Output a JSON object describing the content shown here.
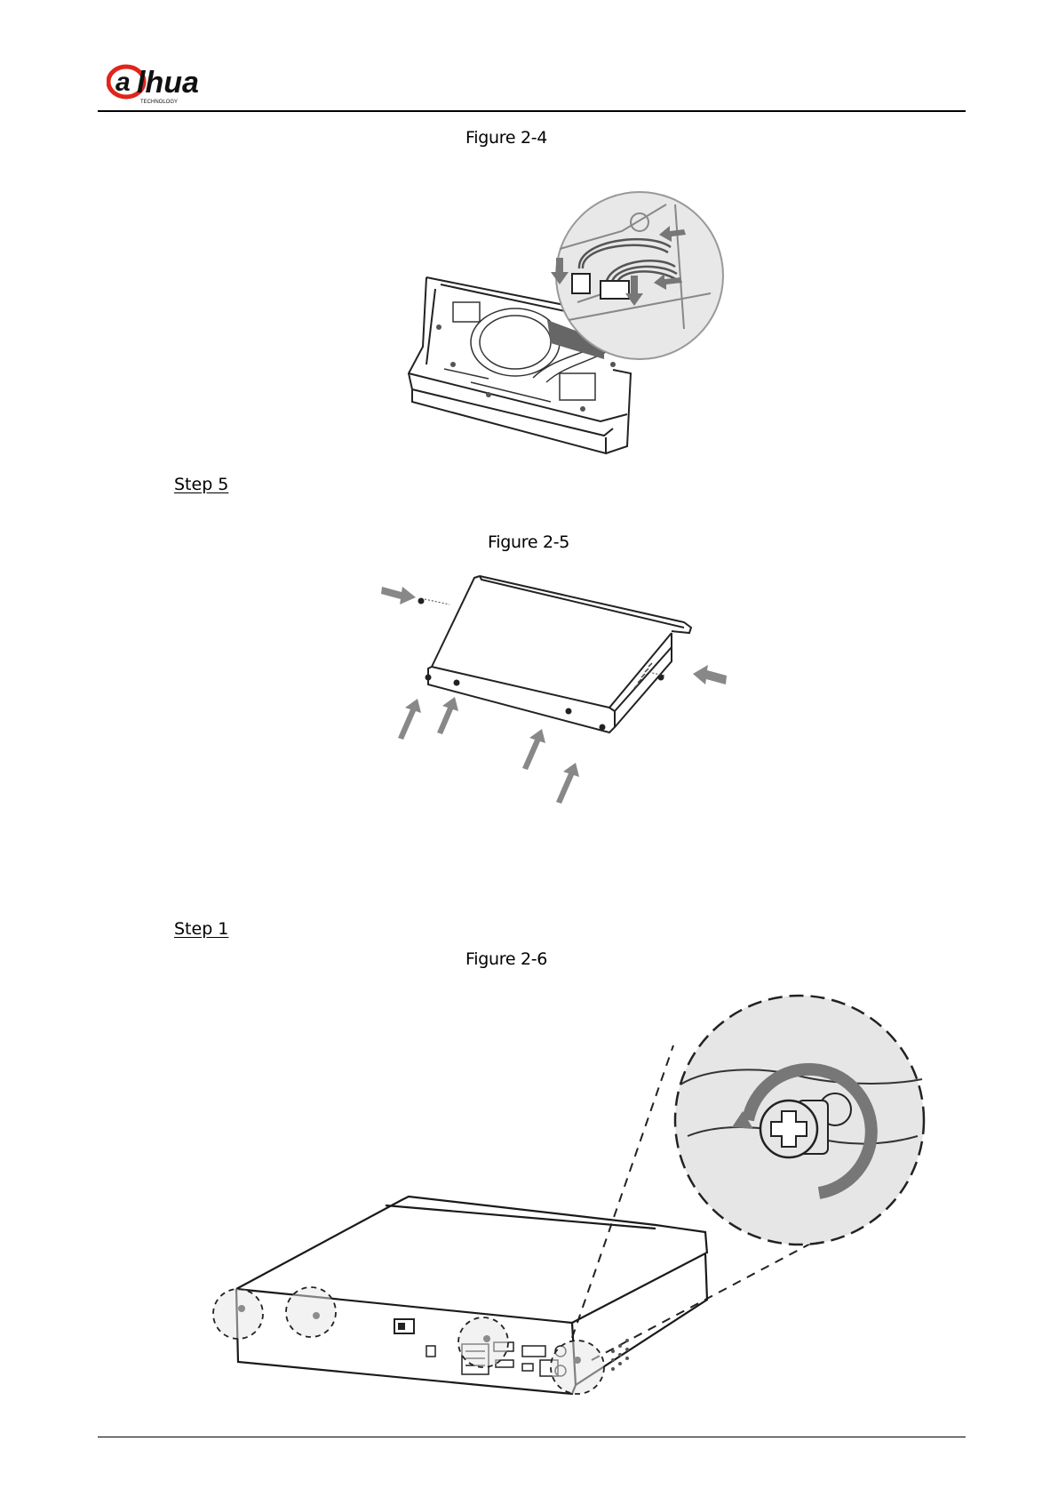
{
  "header": {
    "logo_text": "alhua",
    "logo_subtext": "TECHNOLOGY"
  },
  "figures": [
    {
      "caption": "Figure 2-4"
    },
    {
      "caption": "Figure 2-5"
    },
    {
      "caption": "Figure 2-6"
    }
  ],
  "steps": [
    {
      "label": "Step 5"
    },
    {
      "label": "Step 1"
    }
  ],
  "colors": {
    "logo_red": "#e0251b",
    "arrow_gray": "#8c8c8c",
    "line": "#1a1a1a",
    "zoom_fill": "#ececec"
  }
}
